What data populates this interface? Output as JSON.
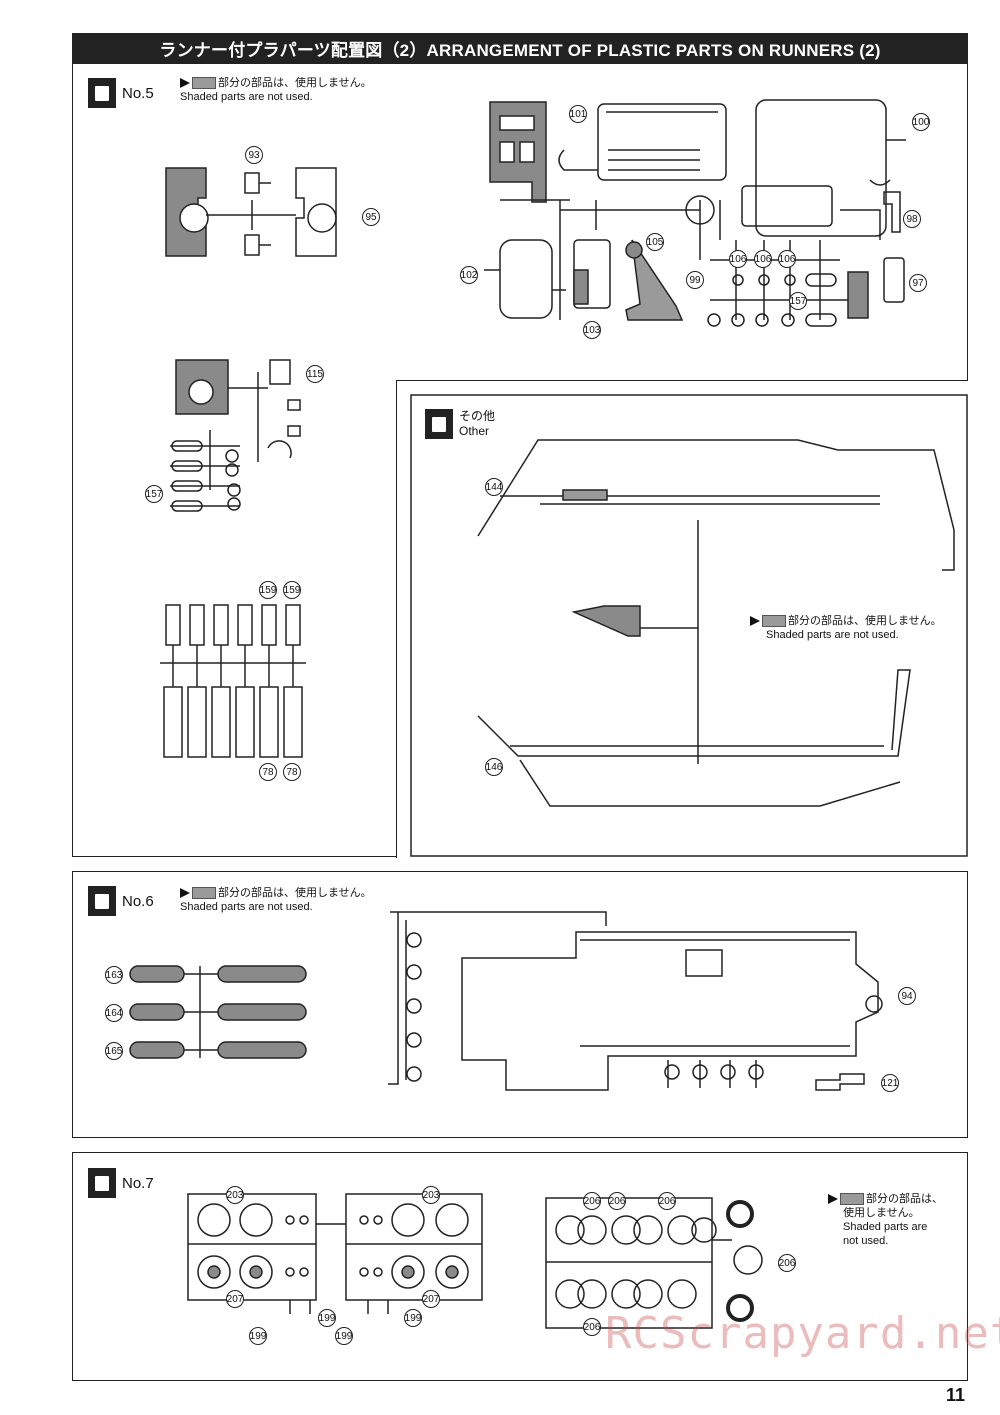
{
  "header": {
    "title": "ランナー付プラパーツ配置図（2）ARRANGEMENT OF PLASTIC PARTS ON RUNNERS (2)"
  },
  "shaded_note_jp": "部分の部品は、使用しません。",
  "shaded_note_en": "Shaded parts are not used.",
  "no7_note": {
    "jp1": "部分の部品は、",
    "jp2": "使用しません。",
    "en1": "Shaded parts are",
    "en2": "not used."
  },
  "sections": {
    "no5": {
      "label": "No.5"
    },
    "other": {
      "label_jp": "その他",
      "label_en": "Other"
    },
    "no6": {
      "label": "No.6"
    },
    "no7": {
      "label": "No.7"
    }
  },
  "parts": {
    "p93": "93",
    "p95": "95",
    "p101": "101",
    "p100": "100",
    "p98": "98",
    "p102": "102",
    "p105": "105",
    "p103": "103",
    "p99": "99",
    "p106a": "106",
    "p106b": "106",
    "p106c": "106",
    "p157a": "157",
    "p97": "97",
    "p115": "115",
    "p157b": "157",
    "p159a": "159",
    "p159b": "159",
    "p78a": "78",
    "p78b": "78",
    "p144": "144",
    "p146": "146",
    "p163": "163",
    "p164": "164",
    "p165": "165",
    "p94": "94",
    "p121": "121",
    "p203a": "203",
    "p203b": "203",
    "p207a": "207",
    "p207b": "207",
    "p199a": "199",
    "p199b": "199",
    "p199c": "199",
    "p199d": "199",
    "p206a": "206",
    "p206b": "206",
    "p206c": "206",
    "p206d": "206",
    "p206e": "206"
  },
  "page_number": "11",
  "watermark": "RCScrapyard.net"
}
